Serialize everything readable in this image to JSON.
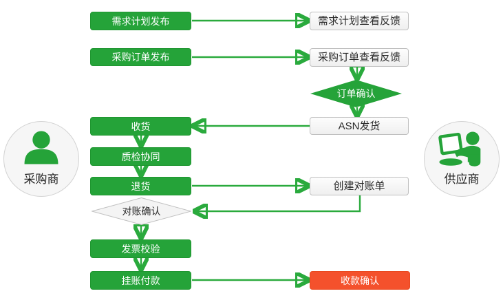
{
  "actors": {
    "buyer": {
      "label": "采购商"
    },
    "supplier": {
      "label": "供应商"
    }
  },
  "nodes": {
    "demand_publish": {
      "label": "需求计划发布"
    },
    "demand_feedback": {
      "label": "需求计划查看反馈"
    },
    "po_publish": {
      "label": "采购订单发布"
    },
    "po_feedback": {
      "label": "采购订单查看反馈"
    },
    "order_confirm": {
      "label": "订单确认"
    },
    "asn_ship": {
      "label": "ASN发货"
    },
    "receive": {
      "label": "收货"
    },
    "quality_collab": {
      "label": "质检协同"
    },
    "return_goods": {
      "label": "退货"
    },
    "create_statement": {
      "label": "创建对账单"
    },
    "statement_confirm": {
      "label": "对账确认"
    },
    "invoice_verify": {
      "label": "发票校验"
    },
    "payment_on_account": {
      "label": "挂账付款"
    },
    "receipt_confirm": {
      "label": "收款确认"
    }
  },
  "colors": {
    "process_green": "#25a339",
    "arrow_green": "#2aaa3d",
    "highlight_red": "#f4512c",
    "neutral_fill": "#f4f4f4",
    "neutral_border": "#bfbfbf"
  }
}
